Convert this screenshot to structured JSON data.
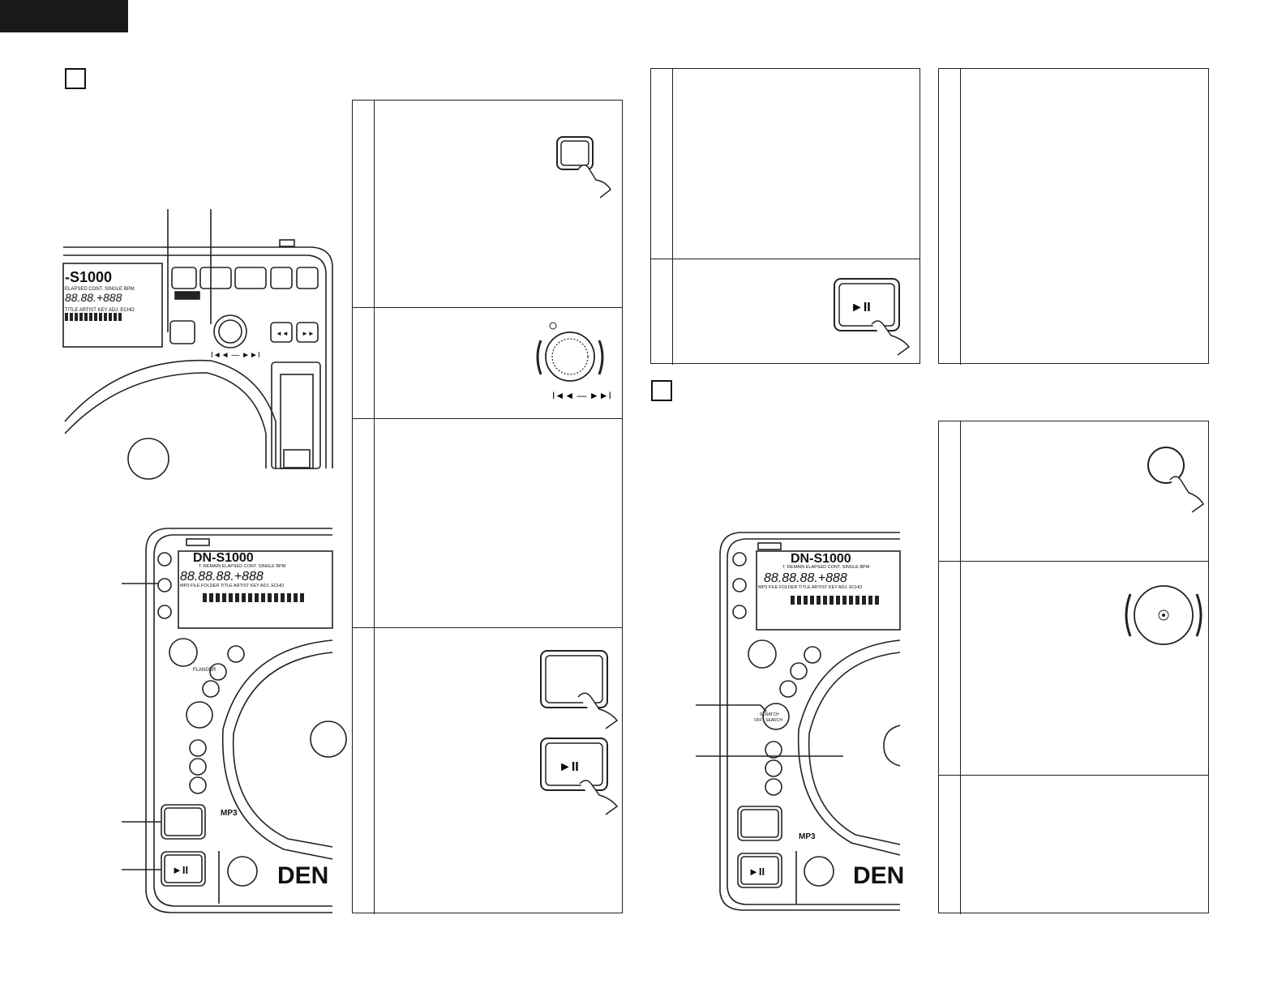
{
  "language_tab": {
    "color": "#1a1a1a"
  },
  "model_name": "DN-S1000",
  "lcd": {
    "top_labels": [
      "T. REMAIN",
      "ELAPSED",
      "CONT.",
      "SINGLE",
      "BPM"
    ],
    "bottom_labels": [
      "MP3",
      "FILE",
      "FOLDER",
      "TITLE",
      "ARTIST",
      "KEY ADJ.",
      "ECHO"
    ],
    "crop_top_labels": [
      "ELAPSED",
      "CONT.",
      "SINGLE",
      "BPM"
    ],
    "crop_bottom_labels": [
      "TITLE",
      "ARTIST",
      "KEY ADJ.",
      "ECHO"
    ],
    "digits": "88.88.88"
  },
  "labels": {
    "flanger": "FLANGER",
    "scratch_mode": ": SCRATCH",
    "search_mode": "OFF : SEARCH",
    "mp3_logo": "MP3",
    "brand_partial": "DEN",
    "play_pause_symbol": "►II",
    "skip_symbol": "I◄◄ — ►►I",
    "scan_back": "◄◄",
    "scan_fwd": "►►"
  },
  "icons": [
    "hand-pointer-icon",
    "play-pause-icon",
    "jog-dial-icon",
    "jog-wheel-icon",
    "section-box-icon"
  ]
}
